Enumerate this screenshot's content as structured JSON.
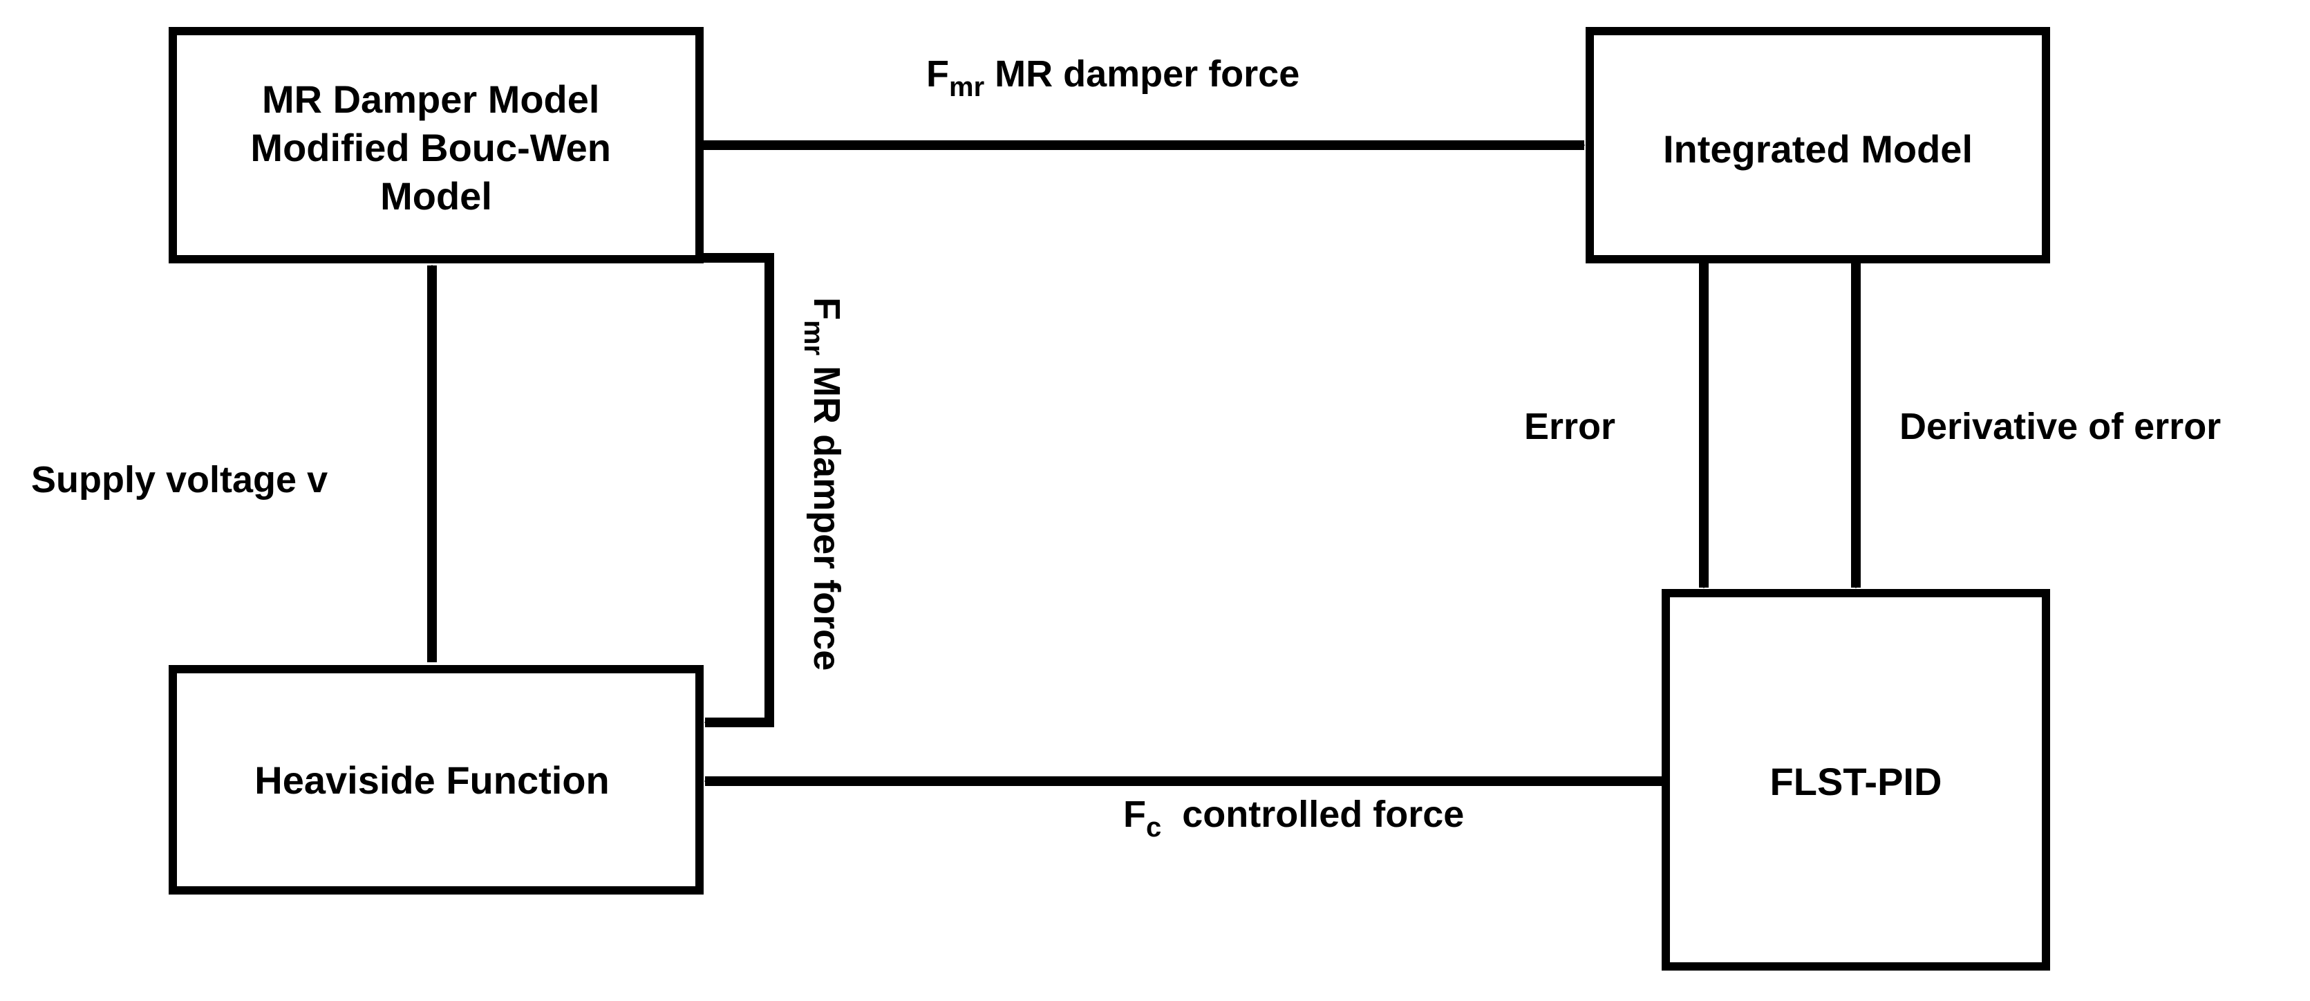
{
  "colors": {
    "stroke": "#000000",
    "background": "#ffffff"
  },
  "nodes": {
    "mr_damper": {
      "lines": [
        "MR Damper Model",
        "Modified Bouc-Wen",
        "Model"
      ]
    },
    "integrated": {
      "label": "Integrated Model"
    },
    "heaviside": {
      "label": "Heaviside Function"
    },
    "flst_pid": {
      "label": "FLST-PID"
    }
  },
  "edges": {
    "mr_force_top": {
      "symbol": "F",
      "subscript": "mr",
      "text": " MR damper force"
    },
    "mr_force_vertical": {
      "symbol": "F",
      "subscript": "mr",
      "text": " MR damper force"
    },
    "error": {
      "label": "Error"
    },
    "derivative": {
      "label": "Derivative of error"
    },
    "controlled": {
      "symbol": "F",
      "subscript": "c",
      "text": "  controlled force"
    },
    "supply": {
      "label": "Supply voltage v"
    }
  }
}
